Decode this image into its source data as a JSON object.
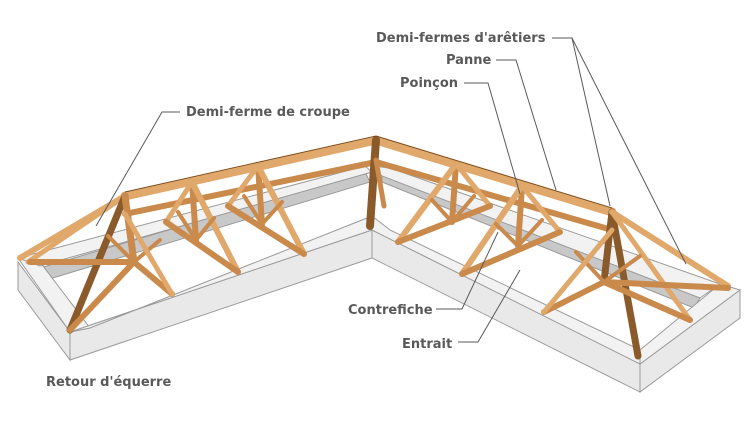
{
  "labels": {
    "hip_half_trusses": "Demi-fermes d'arêtiers",
    "purlin": "Panne",
    "king_post": "Poinçon",
    "end_half_truss": "Demi-ferme de croupe",
    "strut": "Contrefiche",
    "tie_beam": "Entrait",
    "corner_return": "Retour d'équerre"
  },
  "colors": {
    "timber_light": "#e0a86a",
    "timber_mid": "#c98a4c",
    "timber_dark": "#8a5a2b",
    "wall": "#f2f2f2",
    "label": "#595959"
  }
}
